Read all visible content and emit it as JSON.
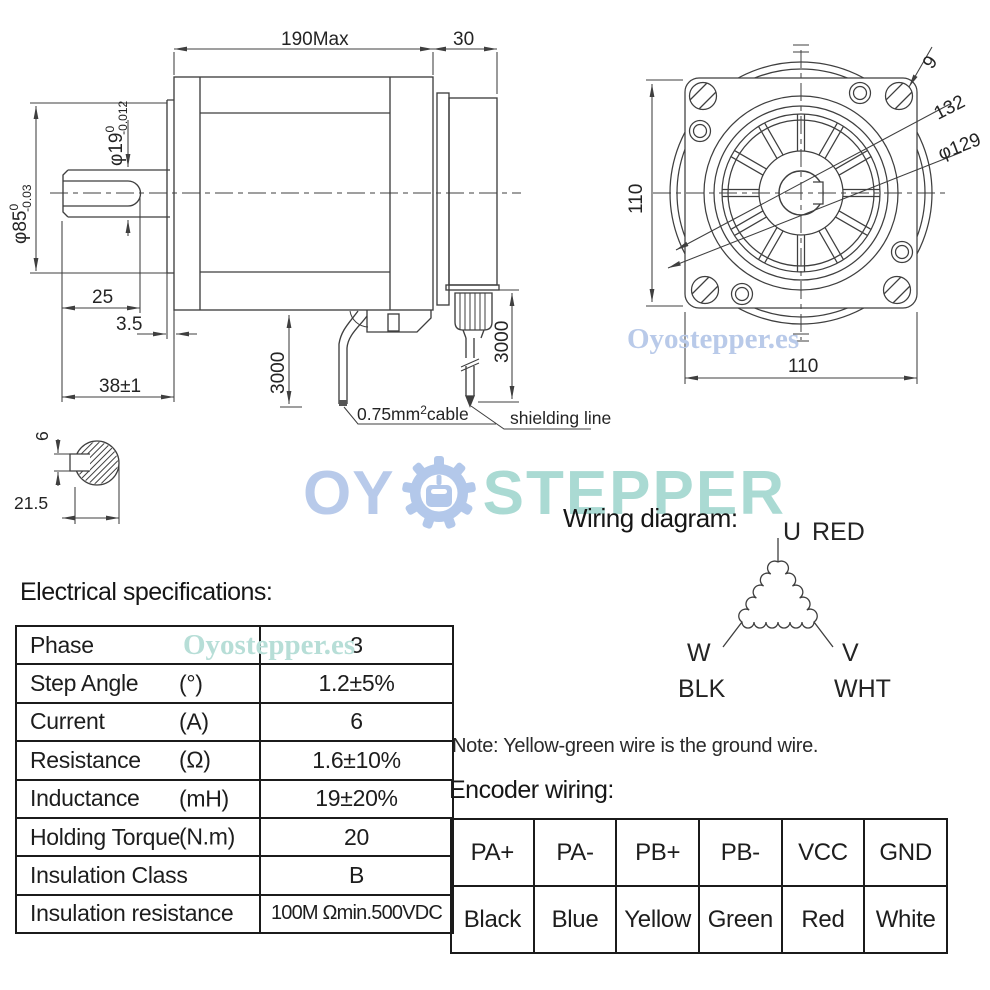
{
  "watermarks": {
    "site": "Oyostepper.es",
    "logo_left": "OY",
    "logo_right": "STEPPER"
  },
  "side_view": {
    "length": "190Max",
    "encoder_depth": "30",
    "dia85": {
      "m": "φ85",
      "sup": "0",
      "sub": "-0.03"
    },
    "dia19": {
      "m": "φ19",
      "sup": "0",
      "sub": "-0.012"
    },
    "shaft_len": "25",
    "flange_thk": "3.5",
    "front_len": "38±1",
    "cable_len": "3000",
    "enc_cable_len": "3000",
    "cable_label": {
      "pre": "0.75mm",
      "sup": "2",
      "post": "cable"
    },
    "shield_label": "shielding line"
  },
  "front_view": {
    "height": "110",
    "width": "110",
    "hole": "9",
    "pitch": "132",
    "body_dia": "φ129"
  },
  "section_view": {
    "key_width": "6",
    "flat": "21.5"
  },
  "wiring": {
    "title": "Wiring diagram:",
    "u": "U",
    "u_color": "RED",
    "w": "W",
    "w_color": "BLK",
    "v": "V",
    "v_color": "WHT"
  },
  "note": "Note: Yellow-green wire is the ground wire.",
  "electrical": {
    "title": "Electrical specifications:",
    "rows": [
      {
        "label": "Phase",
        "unit": "",
        "value": "3"
      },
      {
        "label": "Step Angle",
        "unit": "(°)",
        "value": "1.2±5%"
      },
      {
        "label": "Current",
        "unit": "(A)",
        "value": "6"
      },
      {
        "label": "Resistance",
        "unit": "(Ω)",
        "value": "1.6±10%"
      },
      {
        "label": "Inductance",
        "unit": "(mH)",
        "value": "19±20%"
      },
      {
        "label": "Holding Torque",
        "unit": "(N.m)",
        "value": "20"
      },
      {
        "label": "Insulation Class",
        "unit": "",
        "value": "B"
      },
      {
        "label": "Insulation resistance",
        "unit": "",
        "value": "100M Ωmin.500VDC"
      }
    ]
  },
  "encoder": {
    "title": "Encoder wiring:",
    "headers": [
      "PA+",
      "PA-",
      "PB+",
      "PB-",
      "VCC",
      "GND"
    ],
    "wires": [
      "Black",
      "Blue",
      "Yellow",
      "Green",
      "Red",
      "White"
    ]
  }
}
